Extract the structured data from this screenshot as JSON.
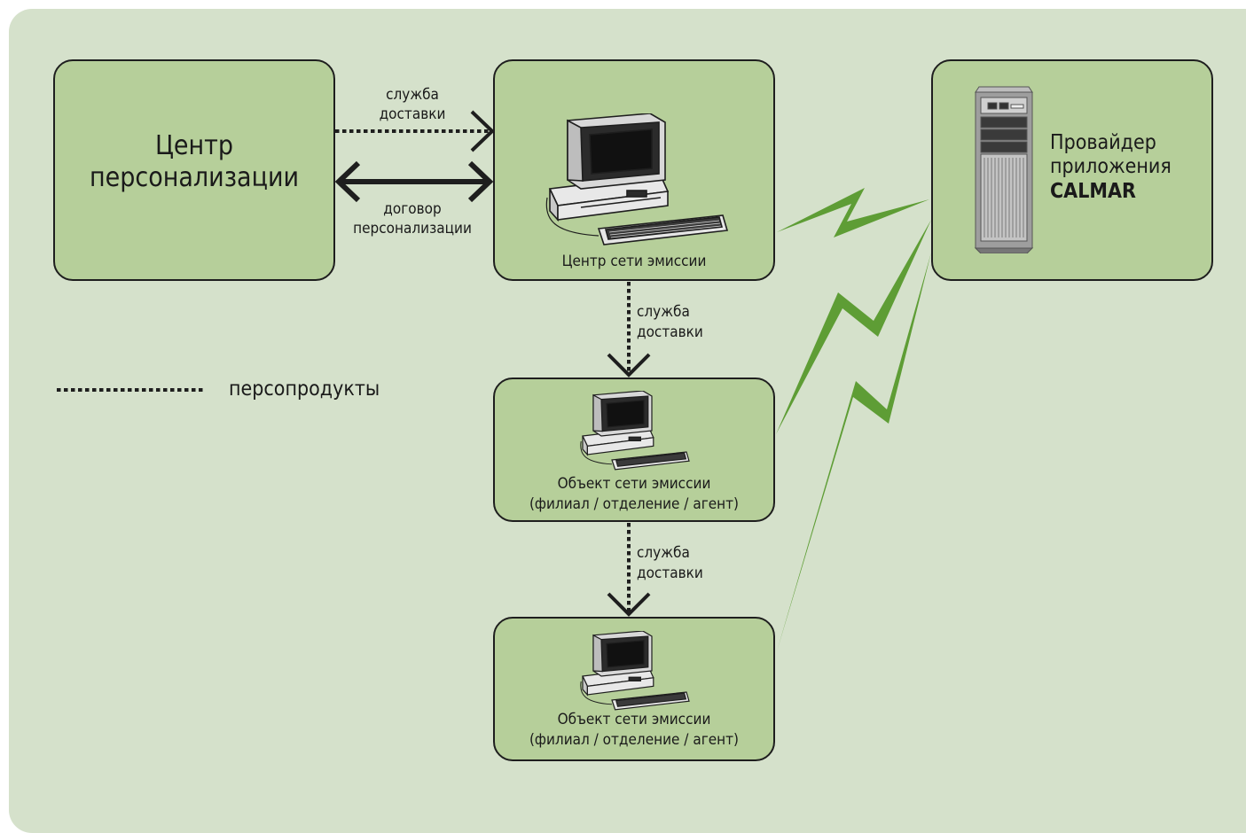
{
  "nodes": {
    "personalization_center": {
      "label_line1": "Центр",
      "label_line2": "персонализации"
    },
    "issuing_center": {
      "label": "Центр сети эмиссии"
    },
    "issuing_object_1": {
      "label_line1": "Объект сети эмиссии",
      "label_line2": "(филиал / отделение / агент)"
    },
    "issuing_object_2": {
      "label_line1": "Объект сети эмиссии",
      "label_line2": "(филиал / отделение / агент)"
    },
    "provider": {
      "label_line1": "Провайдер",
      "label_line2": "приложения",
      "label_line3": "CALMAR"
    }
  },
  "edges": {
    "delivery_top": {
      "line1": "служба",
      "line2": "доставки"
    },
    "contract": {
      "line1": "договор",
      "line2": "персонализации"
    },
    "delivery_mid": {
      "line1": "служба",
      "line2": "доставки"
    },
    "delivery_low": {
      "line1": "служба",
      "line2": "доставки"
    }
  },
  "legend": {
    "dotted_label": "персопродукты"
  },
  "colors": {
    "panel_bg": "#d5e1cb",
    "node_fill": "#b6cf9a",
    "lightning": "#5e9d35",
    "outline": "#1e1e1e"
  }
}
